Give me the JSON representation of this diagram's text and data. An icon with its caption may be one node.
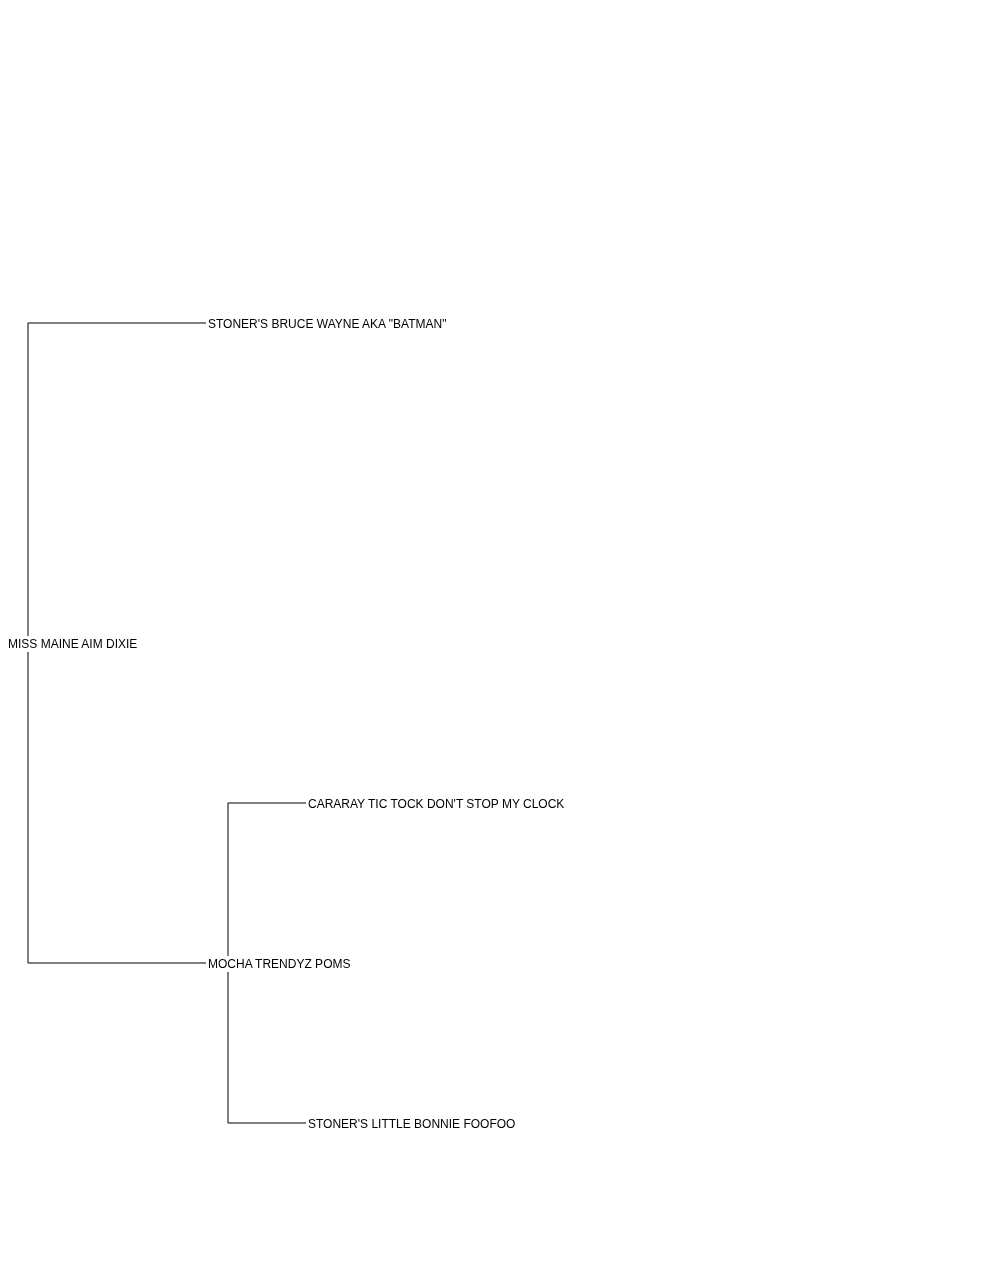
{
  "diagram": {
    "nodes": [
      {
        "text": [
          "MISS MAINE AIM DIXIE"
        ]
      },
      {
        "text": [
          "STONER'S BRUCE WAYNE AKA \"BATMAN\""
        ]
      },
      {
        "text": [
          "MOCHA TRENDYZ POMS"
        ]
      },
      {
        "text": [
          "CARARAY TIC TOCK DON'T STOP MY CLOCK"
        ]
      },
      {
        "text": [
          "STONER'S LITTLE BONNIE FOOFOO"
        ]
      }
    ],
    "edges": [
      {
        "from": 0,
        "to": 1,
        "arrow": "none"
      },
      {
        "from": 0,
        "to": 2,
        "arrow": "none"
      },
      {
        "from": 2,
        "to": 3,
        "arrow": "none"
      },
      {
        "from": 2,
        "to": 4,
        "arrow": "none"
      }
    ]
  }
}
